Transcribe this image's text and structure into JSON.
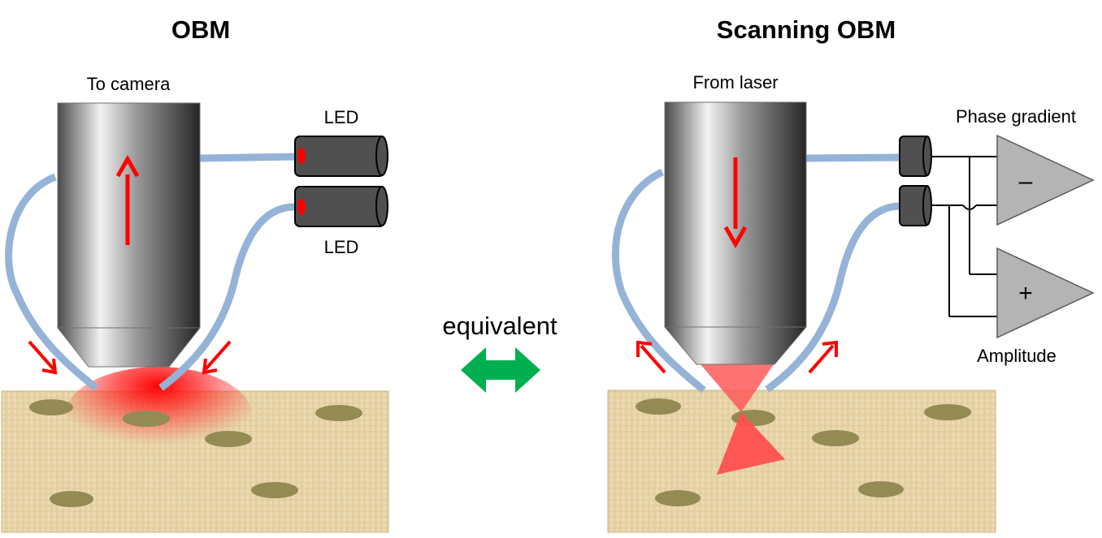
{
  "left": {
    "title": "OBM",
    "objective_label": "To camera",
    "led_top_label": "LED",
    "led_bottom_label": "LED"
  },
  "middle": {
    "equivalence_label": "equivalent"
  },
  "right": {
    "title": "Scanning OBM",
    "objective_label": "From laser",
    "phase_gradient_label": "Phase gradient",
    "amplitude_label": "Amplitude",
    "difference_symbol": "–",
    "sum_symbol": "+"
  },
  "colors": {
    "fiber": "#95b3d7",
    "arrow": "#ff0000",
    "equivalence_arrow": "#00b050",
    "led_body": "#505050",
    "amplifier": "#b4b4b4",
    "tissue": "#e8d4a8",
    "inclusion": "#948a54"
  }
}
